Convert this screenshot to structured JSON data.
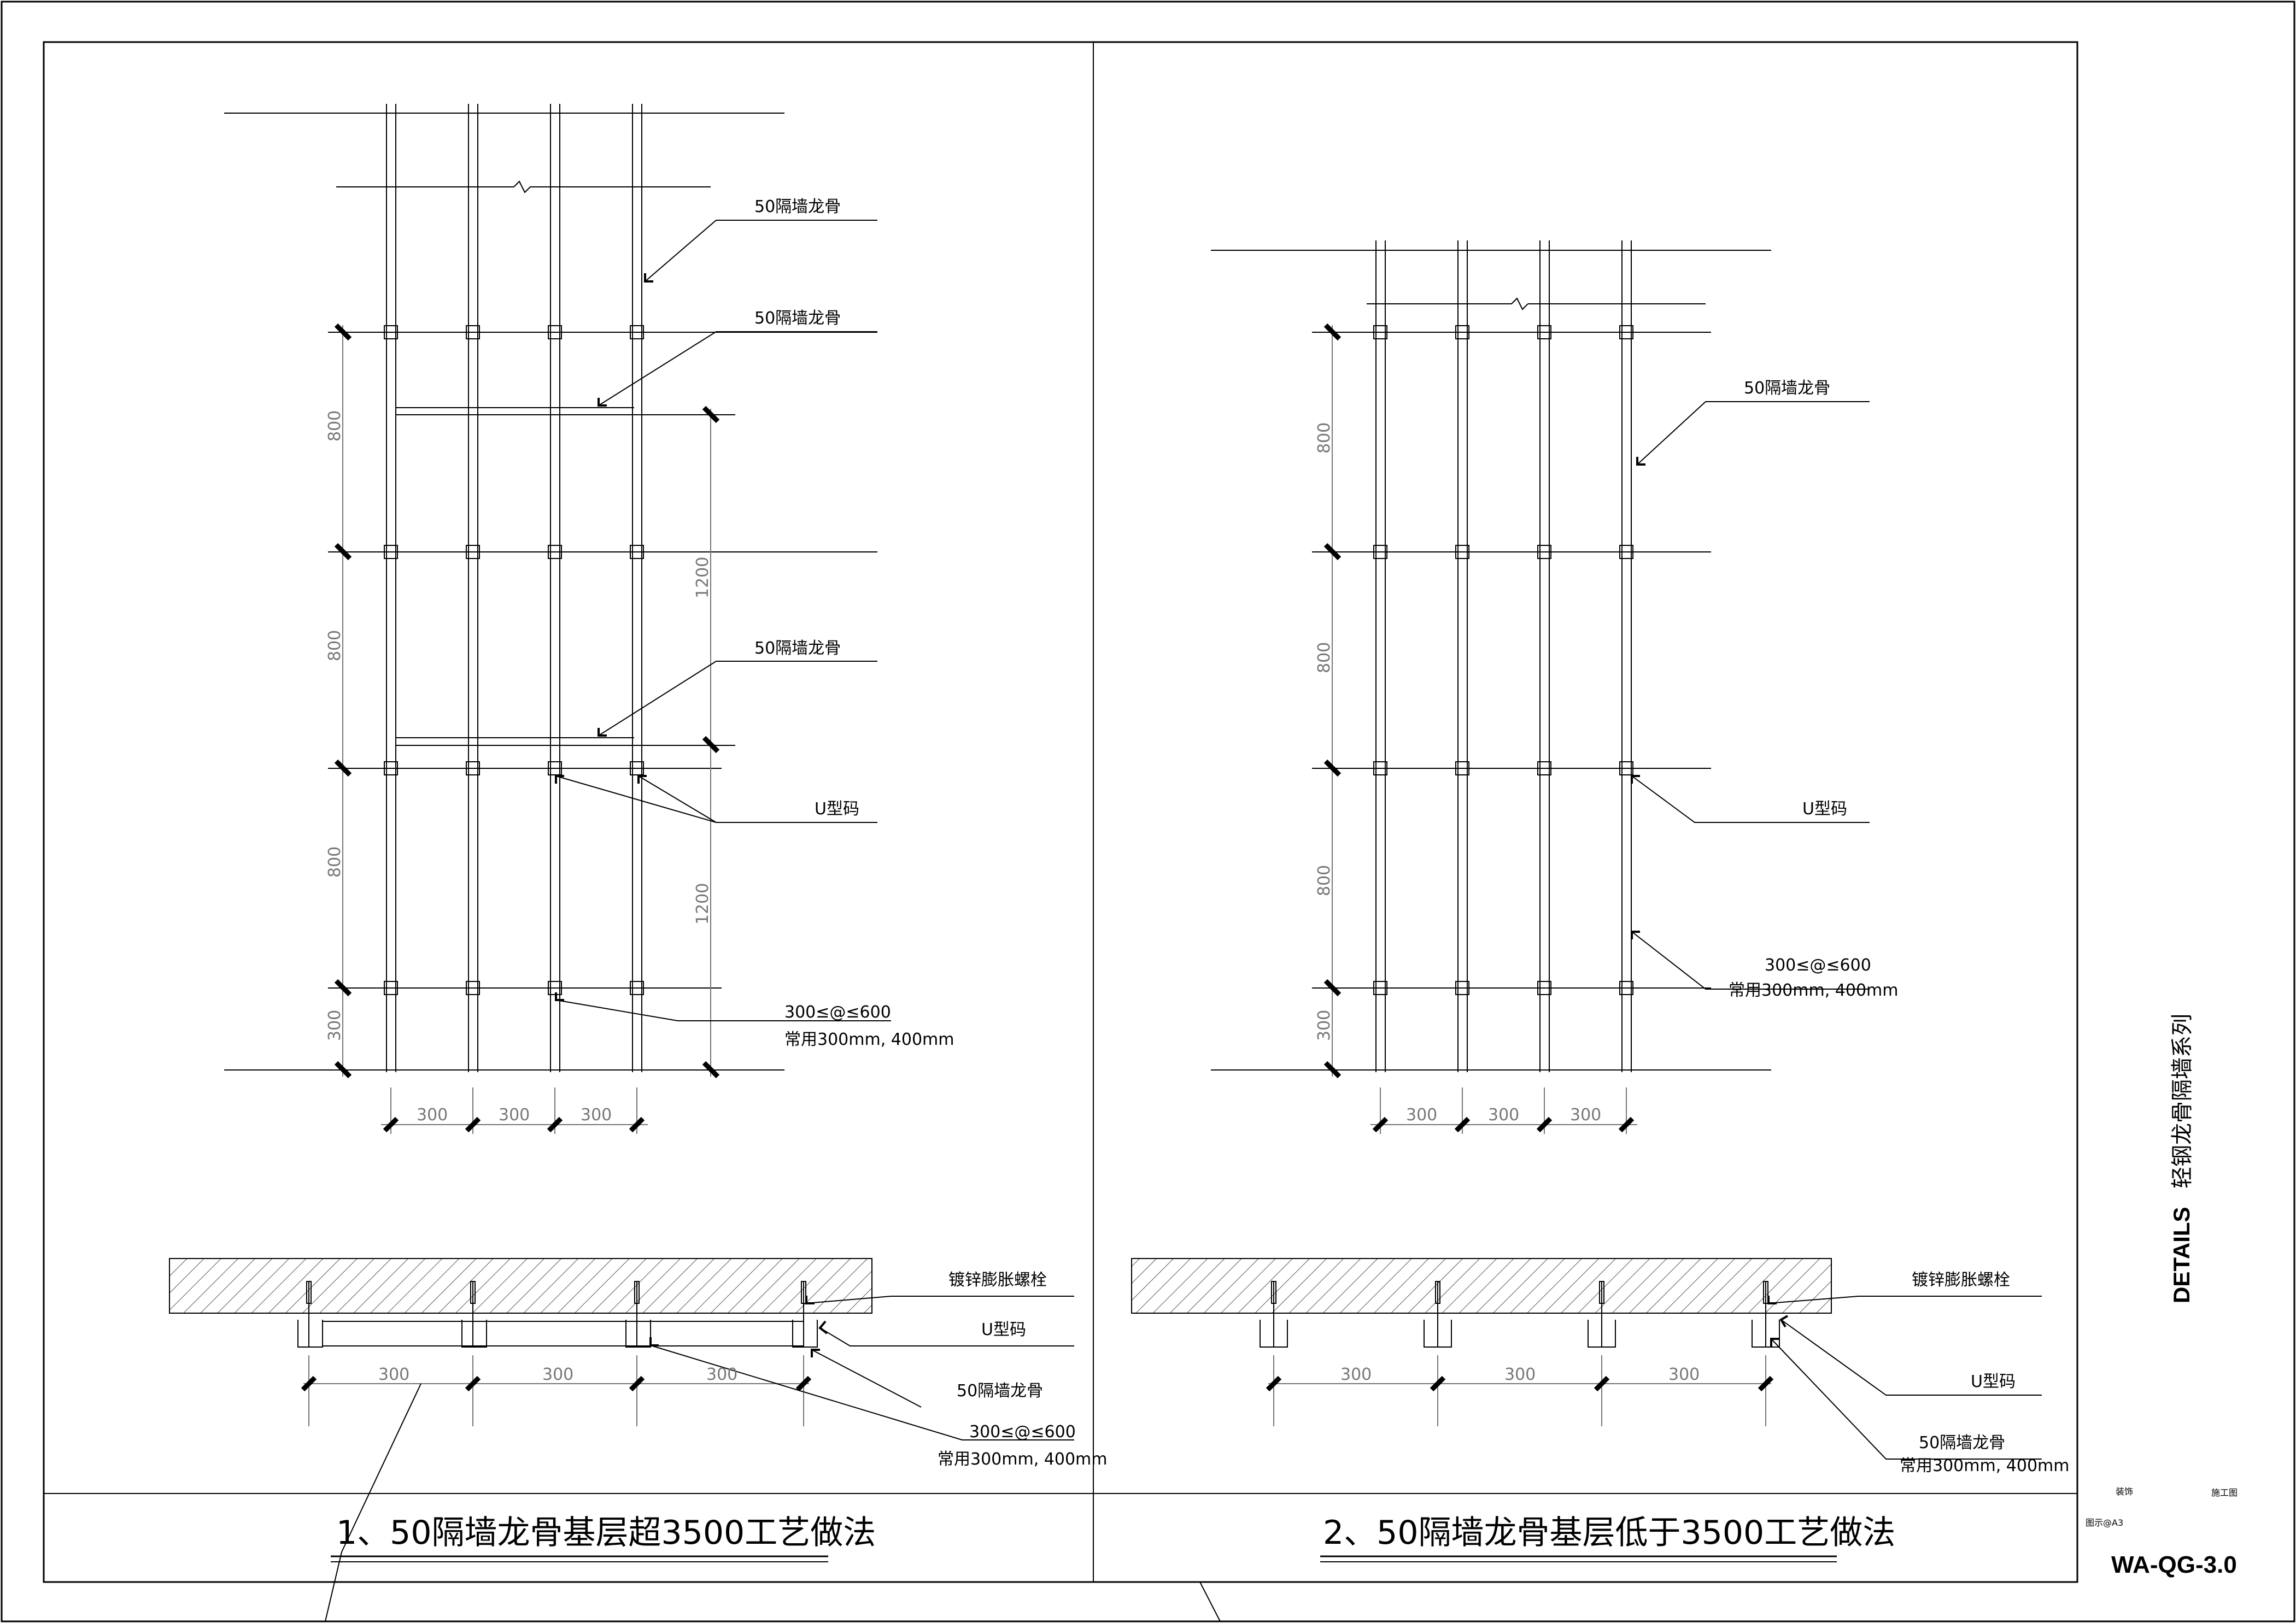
{
  "left_detail": {
    "title": "1、50隔墙龙骨基层超3500工艺做法",
    "labels": {
      "keel_1": "50隔墙龙骨",
      "keel_2": "50隔墙龙骨",
      "keel_3": "50隔墙龙骨",
      "u_clip": "U型码",
      "spacing_1": "300≤@≤600",
      "spacing_2": "常用300mm, 400mm"
    },
    "dims_vertical": [
      "800",
      "800",
      "800",
      "300"
    ],
    "dims_right": [
      "1200",
      "1200"
    ],
    "dims_bottom": [
      "300",
      "300",
      "300"
    ],
    "section": {
      "bolt": "镀锌膨胀螺栓",
      "u_clip": "U型码",
      "keel": "50隔墙龙骨",
      "spacing_1": "300≤@≤600",
      "spacing_2": "常用300mm, 400mm",
      "dims": [
        "300",
        "300",
        "300"
      ]
    }
  },
  "right_detail": {
    "title": "2、50隔墙龙骨基层低于3500工艺做法",
    "labels": {
      "keel": "50隔墙龙骨",
      "u_clip": "U型码",
      "spacing_1": "300≤@≤600",
      "spacing_2": "常用300mm, 400mm"
    },
    "dims_vertical": [
      "800",
      "800",
      "800",
      "300"
    ],
    "dims_bottom": [
      "300",
      "300",
      "300"
    ],
    "section": {
      "bolt": "镀锌膨胀螺栓",
      "u_clip": "U型码",
      "keel": "50隔墙龙骨",
      "spacing_2": "常用300mm, 400mm",
      "dims": [
        "300",
        "300",
        "300"
      ]
    }
  },
  "title_block": {
    "series_en": "DETAILS",
    "series_cn": "轻钢龙骨隔墙系列",
    "field_a": "装饰",
    "field_b": "施工图",
    "scale": "图示@A3",
    "drawing_no": "WA-QG-3.0"
  }
}
